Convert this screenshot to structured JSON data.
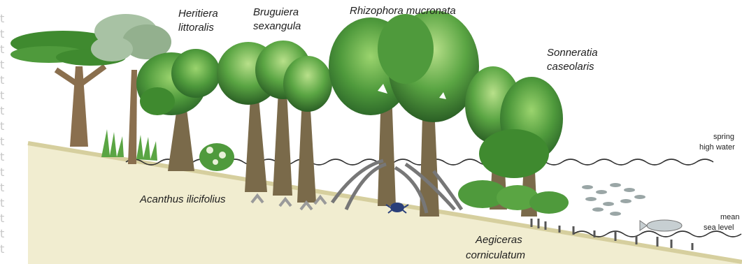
{
  "species": {
    "heritiera": {
      "line1": "Heritiera",
      "line2": "littoralis"
    },
    "bruguiera": {
      "line1": "Bruguiera",
      "line2": "sexangula"
    },
    "rhizophora": {
      "line1": "Rhizophora mucronata"
    },
    "sonneratia": {
      "line1": "Sonneratia",
      "line2": "caseolaris"
    },
    "acanthus": {
      "line1": "Acanthus ilicifolius"
    },
    "aegiceras": {
      "line1": "Aegiceras",
      "line2": "corniculatum"
    }
  },
  "levels": {
    "spring_high_water": {
      "line1": "spring",
      "line2": "high water"
    },
    "mean_sea_level": {
      "line1": "mean",
      "line2": "sea level"
    }
  },
  "colors": {
    "canopy_dark": "#2f6b2a",
    "canopy_mid": "#4f9a3c",
    "canopy_light": "#8cc866",
    "trunk": "#7a6a4a",
    "ground": "#e8e2b4",
    "water_line": "#333333"
  }
}
